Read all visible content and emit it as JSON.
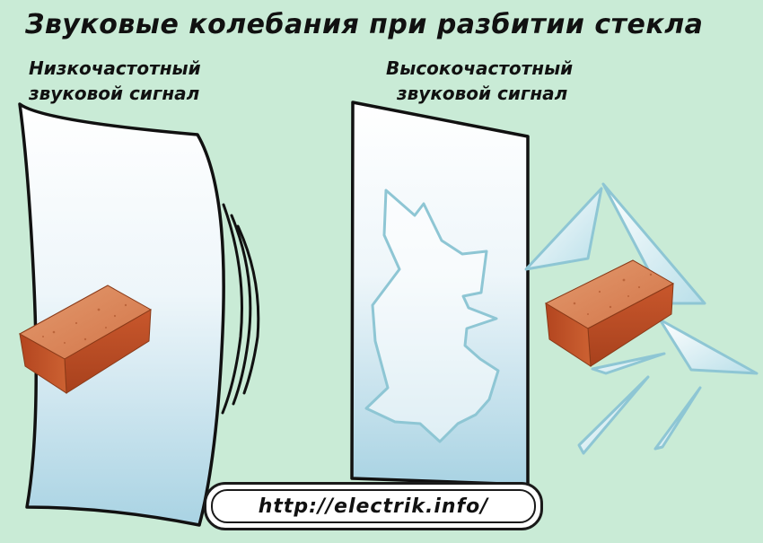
{
  "title": "Звуковые колебания при разбитии стекла",
  "left_panel": {
    "caption_line1": "Низкочастотный",
    "caption_line2": "звуковой сигнал"
  },
  "right_panel": {
    "caption_line1": "Высокочастотный",
    "caption_line2": "звуковой сигнал"
  },
  "url": "http://electrik.info/",
  "colors": {
    "background": "#c9ebd6",
    "glass_top": "#ffffff",
    "glass_bottom": "#a9d3e3",
    "shard_edge": "#8ec6d4",
    "brick": "#d2693f",
    "outline": "#111111"
  }
}
